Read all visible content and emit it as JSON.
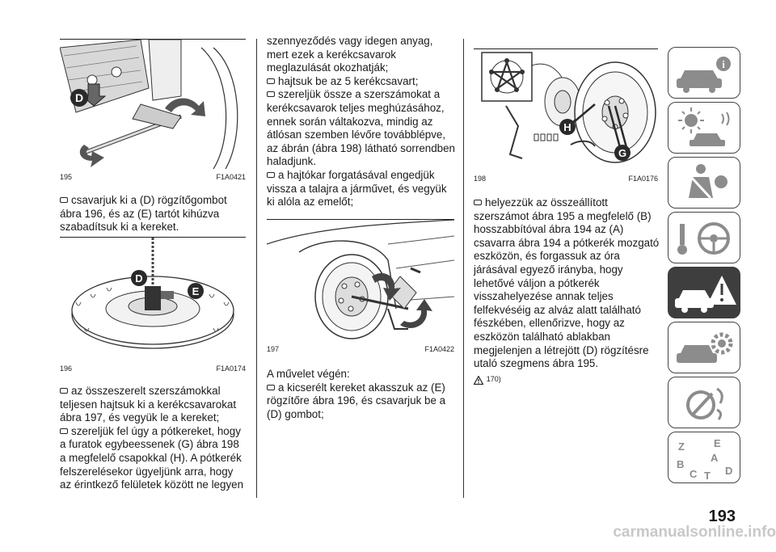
{
  "figures": [
    {
      "number": "195",
      "code": "F1A0421"
    },
    {
      "number": "196",
      "code": "F1A0174"
    },
    {
      "number": "197",
      "code": "F1A0422"
    },
    {
      "number": "198",
      "code": "F1A0176"
    }
  ],
  "figure_callouts": {
    "fig195": [
      "D"
    ],
    "fig196": [
      "D",
      "E"
    ],
    "fig198": [
      "H",
      "G"
    ]
  },
  "column1": {
    "block1": "csavarjuk ki a (D) rögzítőgombot ábra 196, és az (E) tartót kihúzva szabadítsuk ki a kereket.",
    "block2": "az összeszerelt szerszámokkal teljesen hajtsuk ki a kerékcsavarokat ábra 197, és vegyük le a kereket;",
    "block3": "szereljük fel úgy a pótkereket, hogy a furatok egybeessenek (G) ábra 198 a megfelelő csapokkal (H). A pótkerék felszerelésekor ügyeljünk arra, hogy az érintkező felületek között ne legyen"
  },
  "column2": {
    "block0": "szennyeződés vagy idegen anyag, mert ezek a kerékcsavarok meglazulását okozhatják;",
    "block1": "hajtsuk be az 5 kerékcsavart;",
    "block2": "szereljük össze a szerszámokat a kerékcsavarok teljes meghúzásához, ennek során váltakozva, mindig az átlósan szemben lévőre továbblépve, az ábrán (ábra 198) látható sorrendben haladjunk.",
    "block3": "a hajtókar forgatásával engedjük vissza a talajra a járművet, és vegyük ki alóla az emelőt;",
    "heading": "A művelet végén:",
    "block4": "a kicserélt kereket akasszuk az (E) rögzítőre ábra 196, és csavarjuk be a (D) gombot;"
  },
  "column3": {
    "block1": "helyezzük az összeállított szerszámot ábra 195 a megfelelő (B) hosszabbítóval ábra 194 az (A) csavarra ábra 194 a pótkerék mozgató eszközön, és forgassuk az óra járásával egyező irányba, hogy lehetővé váljon a pótkerék visszahelyezése annak teljes felfekvéséig az alváz alatt található fészkében, ellenőrizve, hogy az eszközön található ablakban megjelenjen a létrejött (D) rögzítésre utaló szegmens ábra 195.",
    "warning_ref": "170)"
  },
  "sidebar_tabs": [
    {
      "icon": "car-info-icon",
      "active": false
    },
    {
      "icon": "dashboard-lights-icon",
      "active": false
    },
    {
      "icon": "seatbelt-airbag-icon",
      "active": false
    },
    {
      "icon": "steering-key-icon",
      "active": false
    },
    {
      "icon": "emergency-triangle-icon",
      "active": true
    },
    {
      "icon": "maintenance-gear-icon",
      "active": false
    },
    {
      "icon": "technical-data-icon",
      "active": false
    },
    {
      "icon": "index-letters-icon",
      "active": false
    }
  ],
  "index_letters": [
    "Z",
    "E",
    "A",
    "B",
    "C",
    "T",
    "D"
  ],
  "page_number": "193",
  "watermark": "carmanualsonline.info",
  "colors": {
    "active_tab": "#3e3e3e",
    "callout": "#2a2a2a"
  }
}
